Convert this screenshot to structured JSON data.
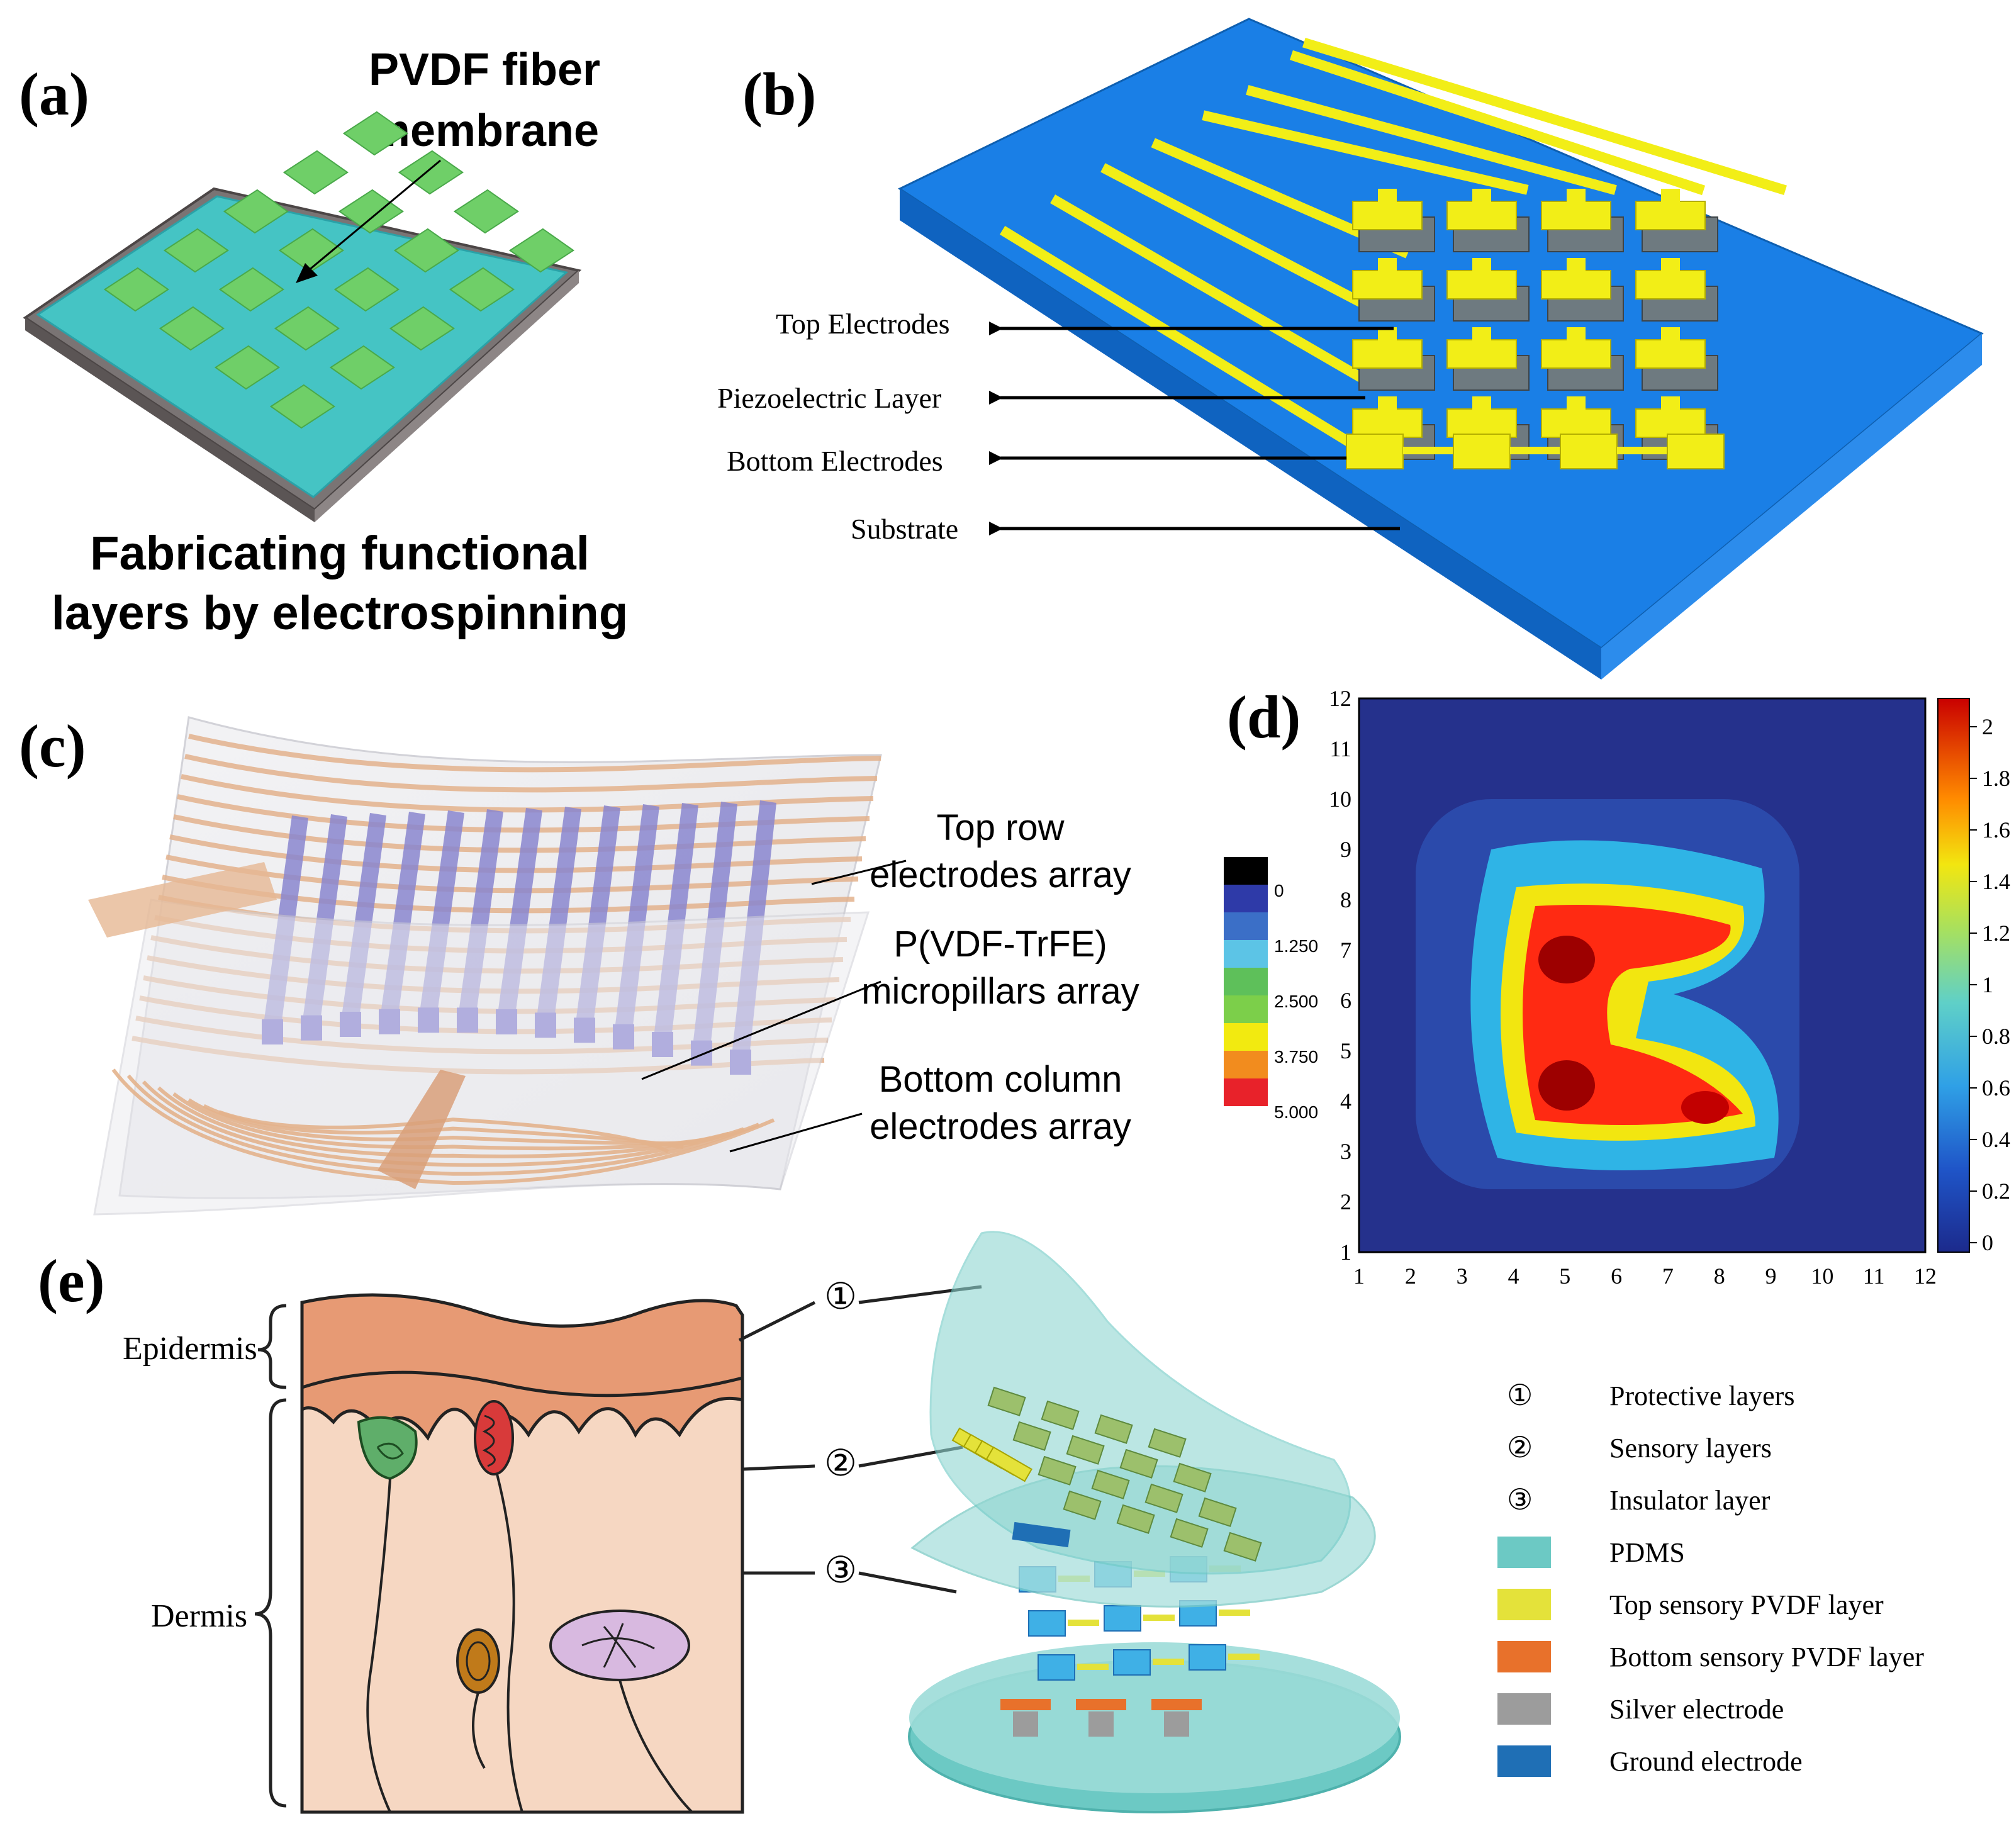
{
  "panels": {
    "a": {
      "label": "(a)",
      "annotation_line1": "PVDF fiber",
      "annotation_line2": "membrane",
      "caption_line1": "Fabricating functional",
      "caption_line2": "layers by electrospinning"
    },
    "b": {
      "label": "(b)",
      "callouts": [
        "Top Electrodes",
        "Piezoelectric  Layer",
        "Bottom Electrodes",
        "Substrate"
      ]
    },
    "c": {
      "label": "(c)",
      "callouts": [
        {
          "line1": "Top row",
          "line2": "electrodes array"
        },
        {
          "line1": "P(VDF-TrFE)",
          "line2": "micropillars array"
        },
        {
          "line1": "Bottom column",
          "line2": "electrodes array"
        }
      ]
    },
    "d": {
      "label": "(d)",
      "inset_legend": [
        "0",
        "1.250",
        "2.500",
        "3.750",
        "5.000"
      ],
      "colorbar_ticks": [
        "0",
        "0.2",
        "0.4",
        "0.6",
        "0.8",
        "1",
        "1.2",
        "1.4",
        "1.6",
        "1.8",
        "2"
      ],
      "x_ticks": [
        "1",
        "2",
        "3",
        "4",
        "5",
        "6",
        "7",
        "8",
        "9",
        "10",
        "11",
        "12"
      ],
      "y_ticks": [
        "1",
        "2",
        "3",
        "4",
        "5",
        "6",
        "7",
        "8",
        "9",
        "10",
        "11",
        "12"
      ]
    },
    "e": {
      "label": "(e)",
      "skin_labels": [
        "Epidermis",
        "Dermis"
      ],
      "markers": [
        "①",
        "②",
        "③"
      ],
      "legend": [
        {
          "marker": "①",
          "text": "Protective layers"
        },
        {
          "marker": "②",
          "text": "Sensory layers"
        },
        {
          "marker": "③",
          "text": "Insulator layer"
        },
        {
          "swatch": "#6cc9c4",
          "text": "PDMS"
        },
        {
          "swatch": "#e4e23a",
          "text": "Top sensory PVDF layer"
        },
        {
          "swatch": "#e8712b",
          "text": "Bottom sensory PVDF layer"
        },
        {
          "swatch": "#9c9c9c",
          "text": "Silver electrode"
        },
        {
          "swatch": "#1f6fb5",
          "text": "Ground electrode"
        }
      ]
    }
  },
  "colors": {
    "substrate_blue": "#1a7fe6",
    "electrode_yellow": "#f2ee17",
    "piezo_gray": "#6e7a80",
    "membrane_teal": "#45c4c4",
    "membrane_pad_green": "#6fcf68",
    "heatmap_background": "#25318c",
    "skin_epidermis": "#e79a74",
    "skin_dermis": "#f6d7c2"
  }
}
